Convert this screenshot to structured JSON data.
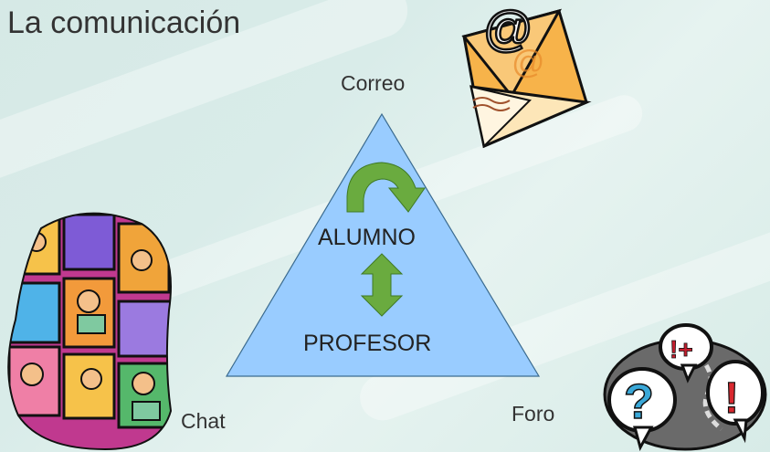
{
  "slide": {
    "title": "La comunicación"
  },
  "channels": {
    "email": "Correo",
    "chat": "Chat",
    "forum": "Foro"
  },
  "triangle": {
    "top_role": "ALUMNO",
    "bottom_role": "PROFESOR"
  },
  "colors": {
    "triangle_fill": "#99ccff",
    "arrow_fill": "#6aab3f",
    "background": "#d9ece9"
  }
}
